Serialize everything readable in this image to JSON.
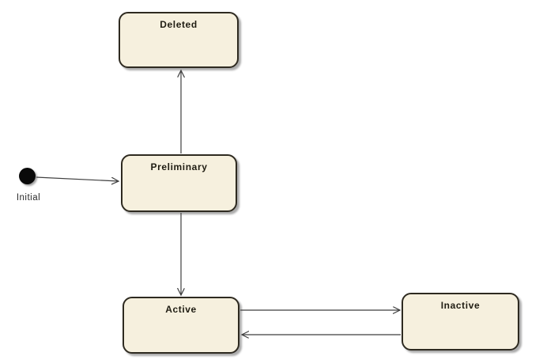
{
  "diagram": {
    "type": "uml-state-machine",
    "background_color": "#ffffff",
    "state_fill_color": "#f6f0de",
    "state_border_color": "#2e2a20",
    "line_color": "#3f3f3f",
    "states": [
      {
        "label": "Deleted"
      },
      {
        "label": "Preliminary"
      },
      {
        "label": "Active"
      },
      {
        "label": "Inactive"
      }
    ],
    "initial": {
      "label": "Initial"
    },
    "transitions": [
      {
        "from": "Initial",
        "to": "Preliminary"
      },
      {
        "from": "Preliminary",
        "to": "Deleted"
      },
      {
        "from": "Preliminary",
        "to": "Active"
      },
      {
        "from": "Active",
        "to": "Inactive"
      },
      {
        "from": "Inactive",
        "to": "Active"
      }
    ]
  }
}
